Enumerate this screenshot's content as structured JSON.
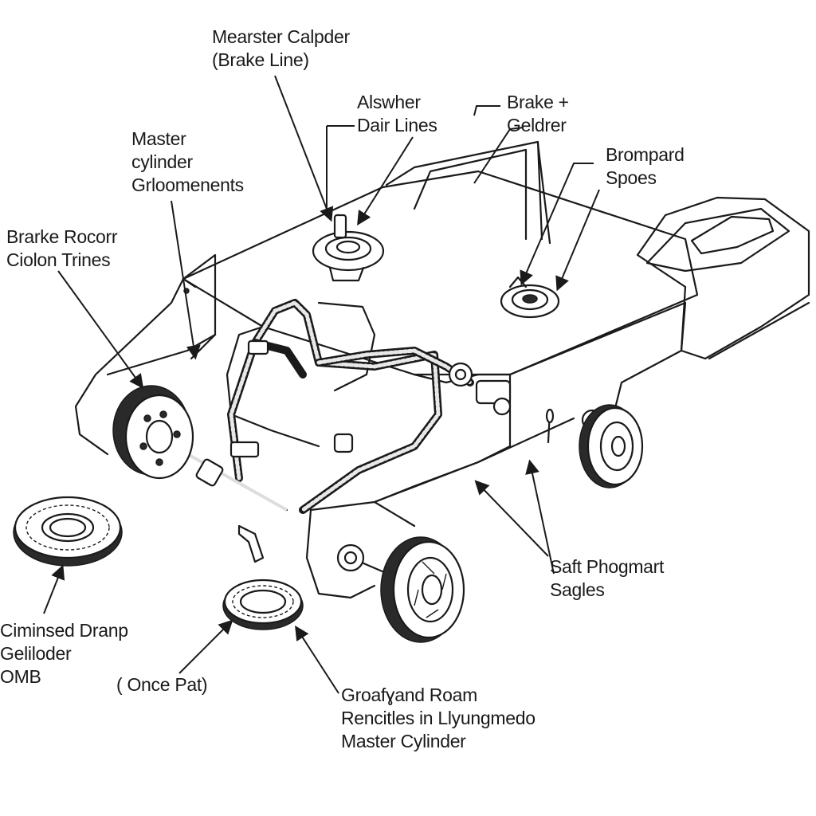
{
  "labels": {
    "master_caliper": [
      "Mearster Calpder",
      "(Brake Line)"
    ],
    "dair_lines": [
      "Alswher",
      "Dair Lines"
    ],
    "brake_geldrer": [
      "Brake +",
      "Geldrer"
    ],
    "brompard_spoes": [
      "Brompard",
      "Spoes"
    ],
    "master_cylinder_groo": [
      "Master",
      "cylinder",
      "Grloomenents"
    ],
    "brake_rocorr": [
      "Brarke Rocorr",
      "Ciolon Trines"
    ],
    "safi_phogmart": [
      "Saft Phogmart",
      "Sagles"
    ],
    "ciminsed_dranp": [
      "Ciminsed Dranp",
      "Geliloder",
      "OMB"
    ],
    "once_pat": [
      "( Once Pat)"
    ],
    "groafg_roam": [
      "Groafɣand Roam",
      "Rencitles in Llyungmedo",
      "Master Cylinder"
    ]
  },
  "colors": {
    "ink": "#1a1a1a",
    "background": "#ffffff",
    "hose_fill": "#e8e8e8"
  }
}
